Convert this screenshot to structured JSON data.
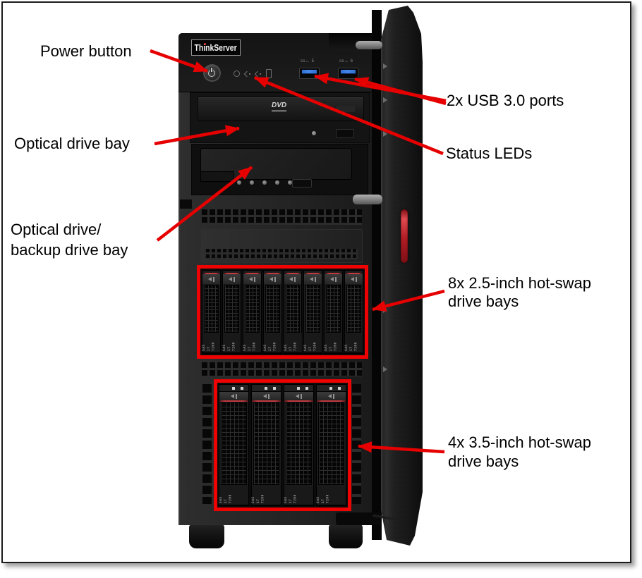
{
  "annotations": {
    "power_button": "Power button",
    "usb_ports": "2x USB 3.0 ports",
    "optical_drive_bay": "Optical drive bay",
    "status_leds": "Status LEDs",
    "optical_backup_bay": "Optical drive/\nbackup drive bay",
    "bays_25": "8x 2.5-inch hot-swap\ndrive bays",
    "bays_35": "4x 3.5-inch hot-swap\ndrive bays"
  },
  "server": {
    "brand": "ThinkServer",
    "usb_port_labels": [
      "ss↔ 5",
      "ss↔ 6"
    ],
    "optical_drive_logo": "DVD",
    "drive_sled_label": "SAS\n1T\n7200",
    "bays_25_count": 8,
    "bays_35_count": 4
  },
  "colors": {
    "annotation_red": "#e60000",
    "highlight_box_red": "#ee0202",
    "door_handle_red": "#c1272d",
    "usb_blue": "#2e6fd0",
    "logo_dot_red": "#e53935",
    "background": "#ffffff"
  }
}
